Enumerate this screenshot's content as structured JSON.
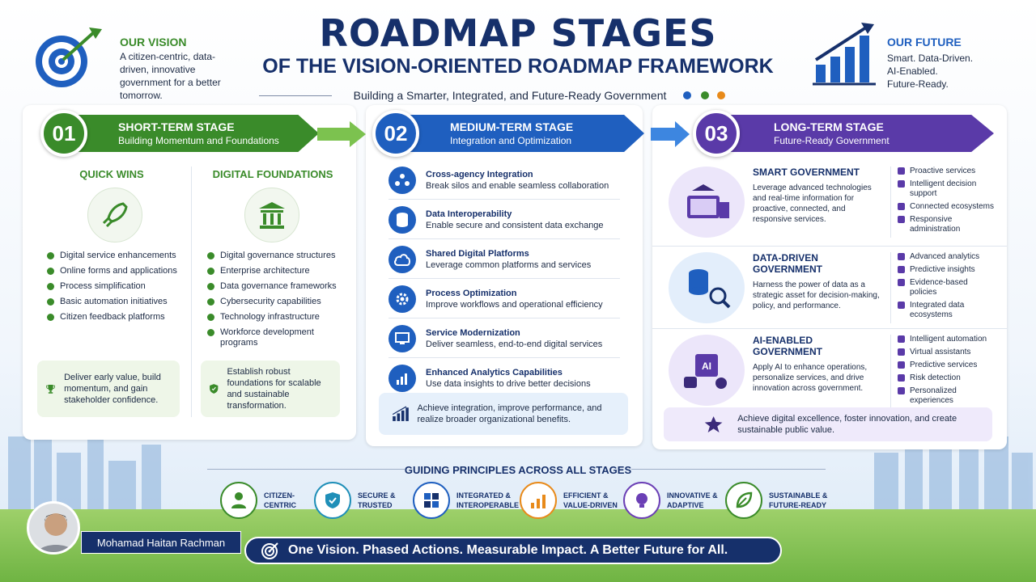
{
  "header": {
    "title": "ROADMAP STAGES",
    "subtitle": "OF THE VISION-ORIENTED ROADMAP FRAMEWORK",
    "tagline": "Building a Smarter, Integrated, and Future-Ready Government"
  },
  "vision": {
    "heading": "OUR VISION",
    "text": "A citizen-centric, data-driven, innovative government for a better tomorrow."
  },
  "future": {
    "heading": "OUR FUTURE",
    "lines": [
      "Smart. Data-Driven.",
      "AI-Enabled.",
      "Future-Ready."
    ]
  },
  "stages": [
    {
      "num": "01",
      "title": "SHORT-TERM STAGE",
      "sub": "Building Momentum and Foundations"
    },
    {
      "num": "02",
      "title": "MEDIUM-TERM STAGE",
      "sub": "Integration and Optimization"
    },
    {
      "num": "03",
      "title": "LONG-TERM STAGE",
      "sub": "Future-Ready Government"
    }
  ],
  "short": {
    "quick_wins": {
      "heading": "QUICK WINS",
      "items": [
        "Digital service enhancements",
        "Online forms and applications",
        "Process simplification",
        "Basic automation initiatives",
        "Citizen feedback platforms"
      ],
      "note": "Deliver early value, build momentum, and gain stakeholder confidence."
    },
    "foundations": {
      "heading": "DIGITAL FOUNDATIONS",
      "items": [
        "Digital governance structures",
        "Enterprise architecture",
        "Data governance frameworks",
        "Cybersecurity capabilities",
        "Technology infrastructure",
        "Workforce development programs"
      ],
      "note": "Establish robust foundations for scalable and sustainable transformation."
    }
  },
  "medium": {
    "items": [
      {
        "title": "Cross-agency Integration",
        "desc": "Break silos and enable seamless collaboration"
      },
      {
        "title": "Data Interoperability",
        "desc": "Enable secure and consistent data exchange"
      },
      {
        "title": "Shared Digital Platforms",
        "desc": "Leverage common platforms and services"
      },
      {
        "title": "Process Optimization",
        "desc": "Improve workflows and operational efficiency"
      },
      {
        "title": "Service Modernization",
        "desc": "Deliver seamless, end-to-end digital services"
      },
      {
        "title": "Enhanced Analytics Capabilities",
        "desc": "Use data insights to drive better decisions"
      }
    ],
    "note": "Achieve integration, improve performance, and realize broader organizational benefits."
  },
  "long": {
    "rows": [
      {
        "title": "SMART GOVERNMENT",
        "desc": "Leverage advanced technologies and real-time information for proactive, connected, and responsive services.",
        "items": [
          "Proactive services",
          "Intelligent decision support",
          "Connected ecosystems",
          "Responsive administration"
        ]
      },
      {
        "title": "DATA-DRIVEN GOVERNMENT",
        "desc": "Harness the power of data as a strategic asset for decision-making, policy, and performance.",
        "items": [
          "Advanced analytics",
          "Predictive insights",
          "Evidence-based policies",
          "Integrated data ecosystems"
        ]
      },
      {
        "title": "AI-ENABLED GOVERNMENT",
        "desc": "Apply AI to enhance operations, personalize services, and drive innovation across government.",
        "items": [
          "Intelligent automation",
          "Virtual assistants",
          "Predictive services",
          "Risk detection",
          "Personalized experiences"
        ]
      }
    ],
    "note": "Achieve digital excellence, foster innovation, and create sustainable public value."
  },
  "principles": {
    "heading": "GUIDING PRINCIPLES ACROSS ALL STAGES",
    "items": [
      {
        "l1": "CITIZEN-",
        "l2": "CENTRIC",
        "color": "#3a8b2a"
      },
      {
        "l1": "SECURE &",
        "l2": "TRUSTED",
        "color": "#1f8fb8"
      },
      {
        "l1": "INTEGRATED &",
        "l2": "INTEROPERABLE",
        "color": "#1f5fbf"
      },
      {
        "l1": "EFFICIENT &",
        "l2": "VALUE-DRIVEN",
        "color": "#e88a1a"
      },
      {
        "l1": "INNOVATIVE &",
        "l2": "ADAPTIVE",
        "color": "#6b3fb5"
      },
      {
        "l1": "SUSTAINABLE &",
        "l2": "FUTURE-READY",
        "color": "#3a8b2a"
      }
    ]
  },
  "footer": {
    "slogan": "One Vision. Phased Actions. Measurable Impact. A Better Future for All."
  },
  "author": {
    "name": "Mohamad Haitan Rachman"
  },
  "colors": {
    "green": "#3a8b2a",
    "blue": "#1f5fbf",
    "purple": "#5a3aa8",
    "navy": "#16306b"
  }
}
